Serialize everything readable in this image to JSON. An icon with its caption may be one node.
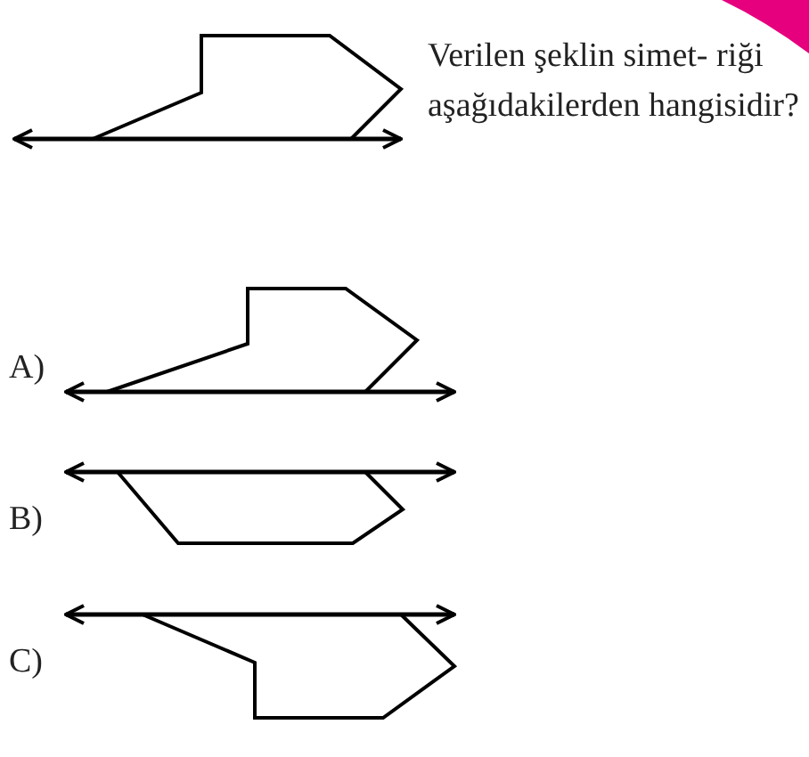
{
  "diagram": {
    "labels": [
      "Verilen şeklin simet- riği aşağıdakilerden hangisidir?",
      "A)",
      "B)",
      "C)"
    ]
  }
}
